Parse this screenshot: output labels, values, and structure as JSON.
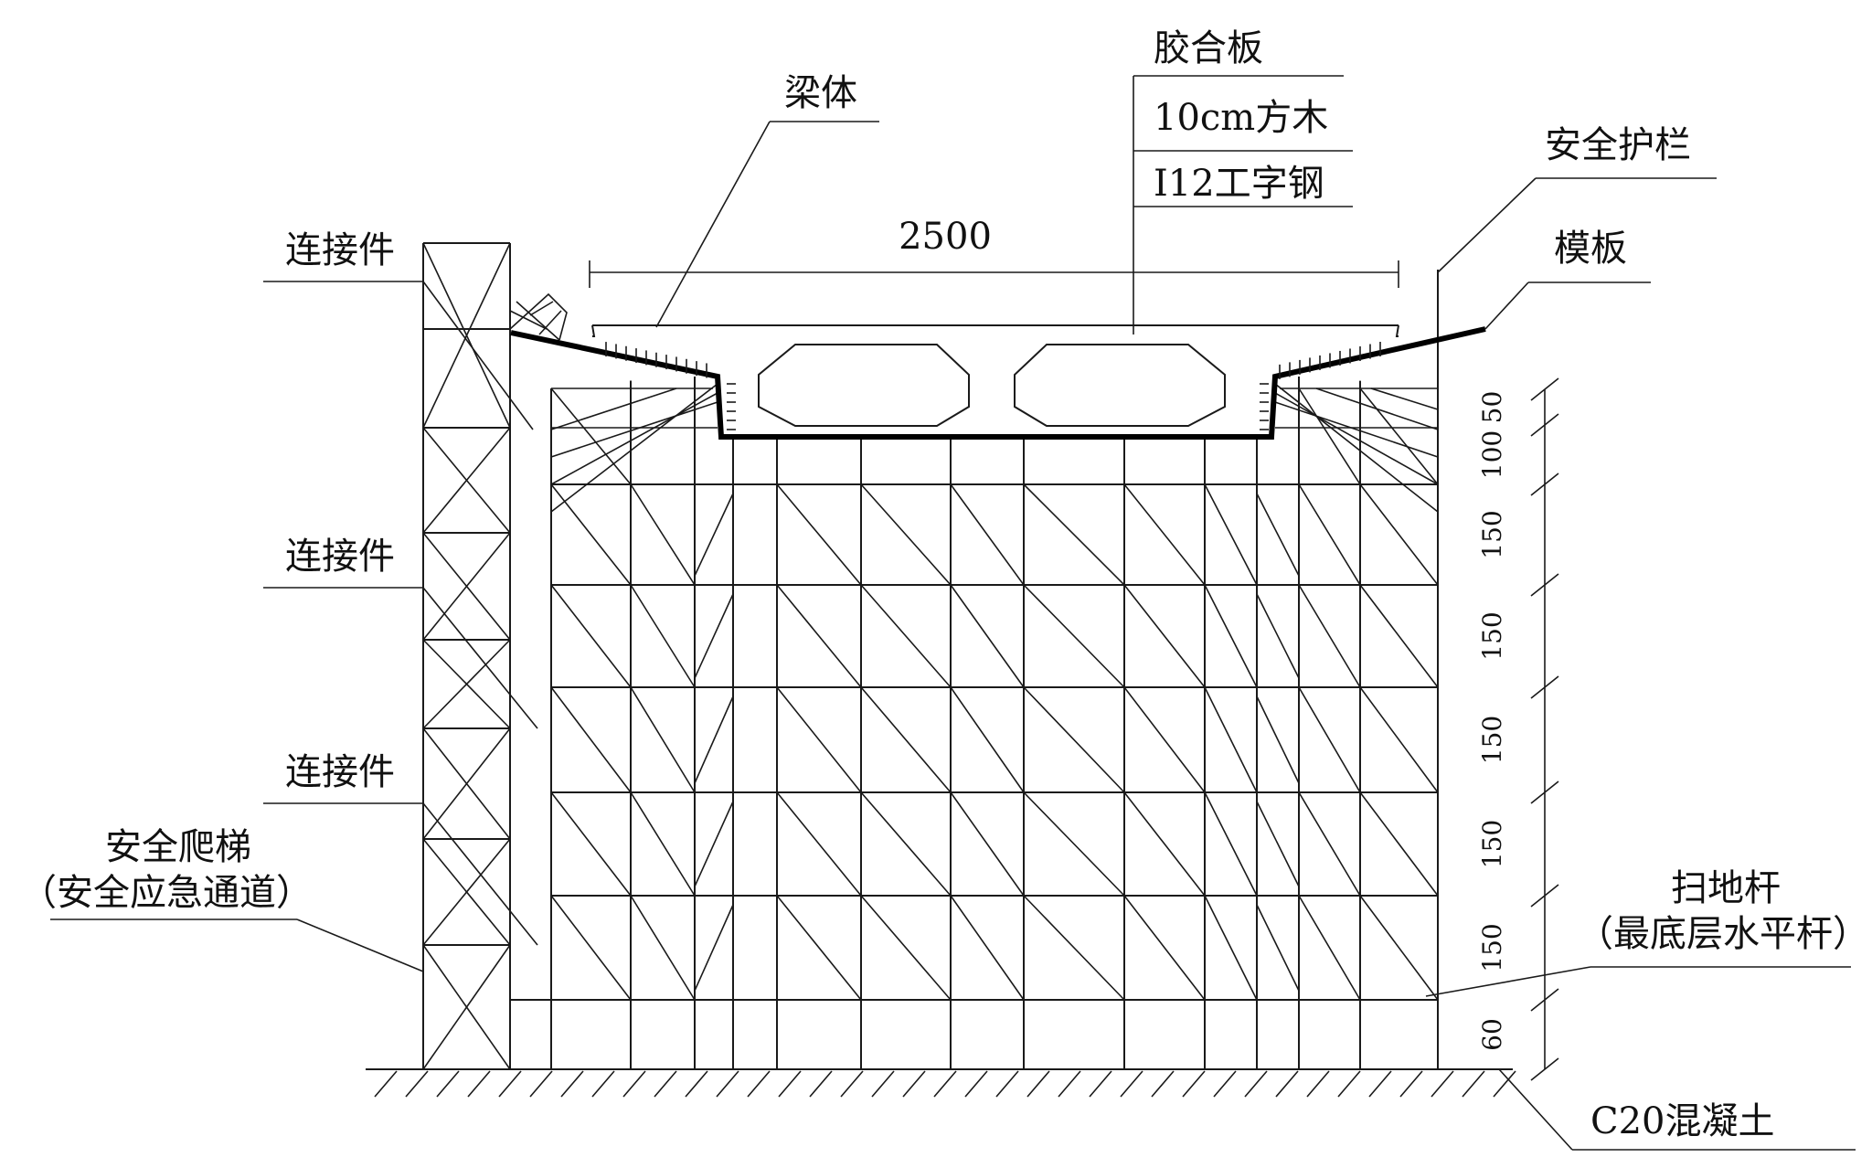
{
  "labels": {
    "jiaoheban": "胶合板",
    "fangmu": "10cm方木",
    "gongzigang": "I12工字钢",
    "liangti": "梁体",
    "anquan_hulan": "安全护栏",
    "moban": "模板",
    "lianjiejian_1": "连接件",
    "lianjiejian_2": "连接件",
    "lianjiejian_3": "连接件",
    "anquan_pati": "安全爬梯",
    "anquan_tongdao": "（安全应急通道）",
    "saodigan": "扫地杆",
    "saodigan_note": "（最底层水平杆）",
    "hunningtu": "C20混凝土"
  },
  "dimensions": {
    "span": "2500",
    "vertical": [
      "50",
      "100",
      "150",
      "150",
      "150",
      "150",
      "150",
      "60"
    ]
  }
}
